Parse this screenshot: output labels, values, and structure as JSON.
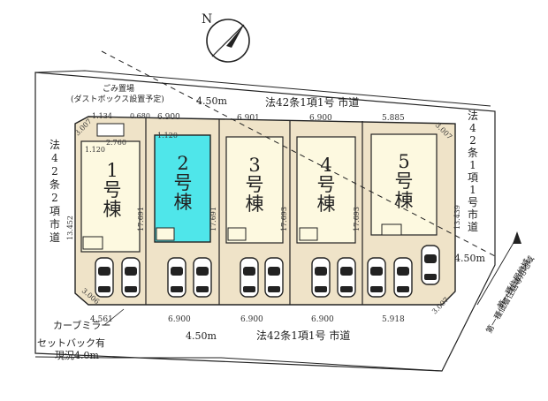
{
  "compass": {
    "label": "N"
  },
  "roads": {
    "top": "法42条1項1号 市道",
    "bottom": "法42条1項1号 市道",
    "left": "法42条2項市道",
    "right": "法42条1項1号市道"
  },
  "road_widths": {
    "top": "4.50m",
    "bottom": "4.50m",
    "right": "4.50m"
  },
  "houses": [
    {
      "label": "1号棟",
      "highlight": false
    },
    {
      "label": "2号棟",
      "highlight": true
    },
    {
      "label": "3号棟",
      "highlight": false
    },
    {
      "label": "4号棟",
      "highlight": false
    },
    {
      "label": "5号棟",
      "highlight": false
    }
  ],
  "top_dims": [
    "1.134",
    "0.680",
    "6.900",
    "6.901",
    "6.900",
    "5.885"
  ],
  "bottom_dims": [
    "4.561",
    "6.900",
    "6.900",
    "6.900",
    "5.918"
  ],
  "side_dims": [
    "13.452",
    "17.691",
    "17.691",
    "17.693",
    "17.693",
    "13.439"
  ],
  "corner_dims": [
    "3.007",
    "3.007",
    "3.006",
    "3.007"
  ],
  "small_dims": [
    "1.120",
    "2.760",
    "1.120"
  ],
  "notes": {
    "garbage_1": "ごみ置場",
    "garbage_2": "(ダストボックス設置予定)",
    "mirror": "カーブミラー",
    "setback_1": "セットバック有",
    "setback_2": "現況4.0m",
    "zone_1": "第一種住居地域",
    "zone_2": "第一種低層住居専用地域"
  },
  "colors": {
    "lot": "#efe3c8",
    "house": "#fdf9e0",
    "highlight": "#4fe6ea",
    "road": "#ffffff",
    "border": "#222222"
  }
}
